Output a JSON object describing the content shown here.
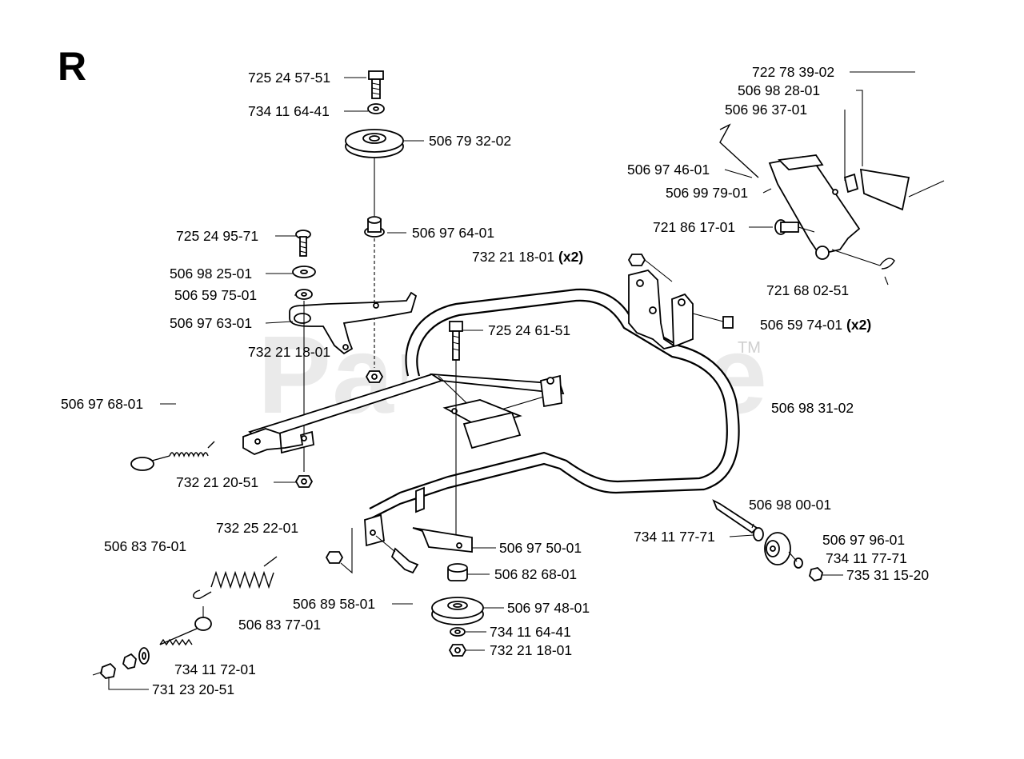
{
  "section": "R",
  "watermark": "PartsTree",
  "watermark_mark": "TM",
  "labels": {
    "p725245751": "725 24 57-51",
    "p734116441a": "734 11 64-41",
    "p506793202": "506 79 32-02",
    "p725249571": "725 24 95-71",
    "p506976401": "506 97 64-01",
    "p506982501": "506 98 25-01",
    "p506597501": "506 59 75-01",
    "p506976301": "506 97 63-01",
    "p732211801a": "732 21 18-01",
    "p732211801b_text": "732 21 18-01",
    "p732211801b_mult": "(x2)",
    "p725246151": "725 24 61-51",
    "p506976801": "506 97 68-01",
    "p732212051": "732 21 20-51",
    "p722783902": "722 78 39-02",
    "p506982801": "506 98 28-01",
    "p506963701": "506 96 37-01",
    "p506974601": "506 97 46-01",
    "p506997901": "506 99 79-01",
    "p721861701": "721 86 17-01",
    "p721680251": "721 68 02-51",
    "p506597401_text": "506 59 74-01",
    "p506597401_mult": "(x2)",
    "p506983102": "506 98 31-02",
    "p506980001": "506 98 00-01",
    "p734117771a": "734 11 77-71",
    "p506979601": "506 97 96-01",
    "p734117771b": "734 11 77-71",
    "p735311520": "735 31 15-20",
    "p732252201": "732 25 22-01",
    "p506837601": "506 83 76-01",
    "p506975001": "506 97 50-01",
    "p506826801": "506 82 68-01",
    "p506895801": "506 89 58-01",
    "p506974801": "506 97 48-01",
    "p506837701": "506 83 77-01",
    "p734116441b": "734 11 64-41",
    "p732211801c": "732 21 18-01",
    "p734117201": "734 11 72-01",
    "p731232051": "731 23 20-51"
  },
  "icons": {
    "bolt": "bolt-icon",
    "washer": "washer-icon",
    "pulley": "pulley-icon",
    "nut": "nut-icon",
    "spring": "spring-icon",
    "frame": "frame-icon",
    "bracket": "bracket-icon"
  }
}
